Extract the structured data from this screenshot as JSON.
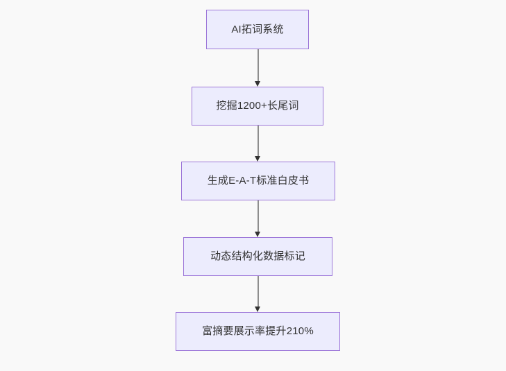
{
  "diagram": {
    "type": "flowchart",
    "orientation": "top-to-bottom",
    "background_color": "#f9f9f9",
    "node_fill_color": "#ececfd",
    "node_border_color": "#9d77d9",
    "node_text_color": "#333333",
    "edge_line_color": "#8e8e8e",
    "edge_arrow_color": "#333333",
    "nodes": [
      {
        "id": "n0",
        "label": "AI拓词系统"
      },
      {
        "id": "n1",
        "label": "挖掘1200+长尾词"
      },
      {
        "id": "n2",
        "label": "生成E-A-T标准白皮书"
      },
      {
        "id": "n3",
        "label": "动态结构化数据标记"
      },
      {
        "id": "n4",
        "label": "富摘要展示率提升210%"
      }
    ],
    "edges": [
      {
        "id": "e0",
        "from": "n0",
        "to": "n1",
        "label": "",
        "arrow": "down"
      },
      {
        "id": "e1",
        "from": "n1",
        "to": "n2",
        "label": "",
        "arrow": "down"
      },
      {
        "id": "e2",
        "from": "n2",
        "to": "n3",
        "label": "",
        "arrow": "down"
      },
      {
        "id": "e3",
        "from": "n3",
        "to": "n4",
        "label": "",
        "arrow": "down"
      }
    ]
  }
}
